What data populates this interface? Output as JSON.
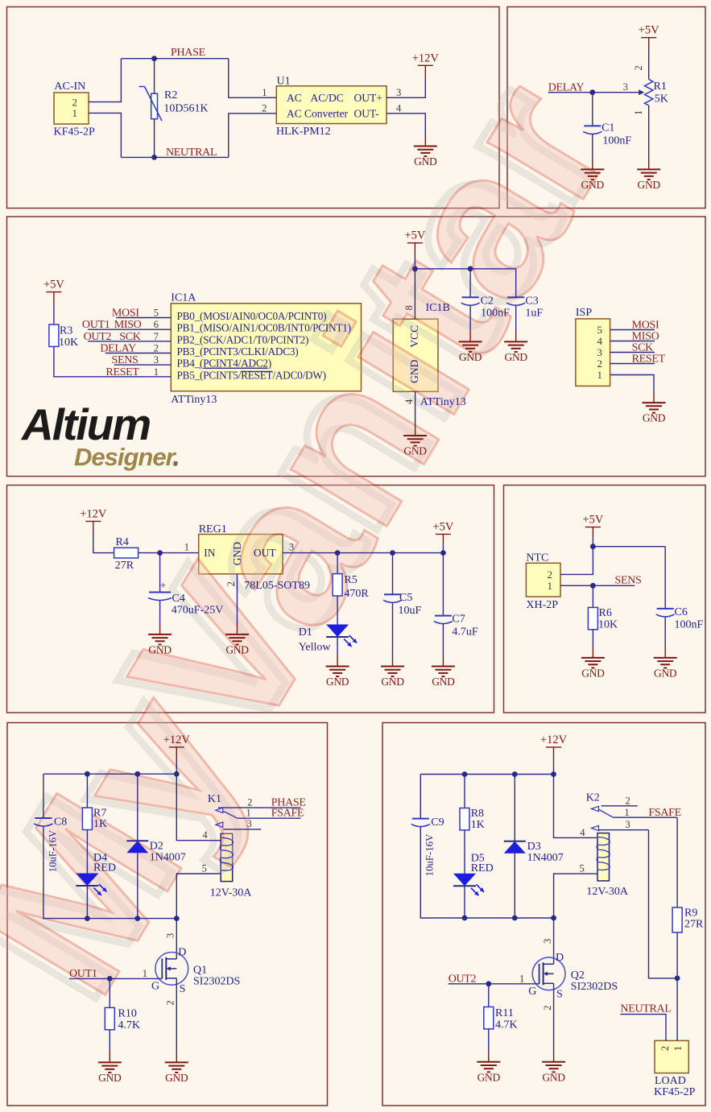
{
  "colors": {
    "background": "#fcf6ec",
    "panel_border": "#7c3534",
    "wire": "#2b2b87",
    "component": "#3138c4",
    "led_fill": "#1d1ddd",
    "navy_text": "#21218c",
    "maroon_text": "#8c1f1f",
    "power": "#7d1710",
    "pin_number": "#3b3b3b",
    "box_fill": "#fffcbc",
    "box_border": "#8a5a20",
    "mosfet_circle": "#5055d0",
    "watermark_fill": "#f6c0b4",
    "watermark_stroke": "#d64531",
    "watermark_shadow": "#a8a8a8",
    "logo_brand": "#1b1b1b",
    "logo_product": "#9d8748"
  },
  "watermark": {
    "text": "MyVanitar"
  },
  "logo": {
    "brand": "Altium",
    "product": "Designer.",
    "registered": "®"
  },
  "common": {
    "gnd": "GND",
    "p5v": "+5V",
    "p12v": "+12V"
  },
  "p1": {
    "labels": {
      "phase": "PHASE",
      "neutral": "NEUTRAL",
      "conn_name": "AC-IN",
      "conn_type": "KF45-2P",
      "conn_pin2": "2",
      "conn_pin1": "1",
      "r2": "R2",
      "r2_val": "10D561K",
      "u1": "U1",
      "u1_type": "HLK-PM12",
      "row1_l": "AC",
      "row1_c": "AC/DC",
      "row1_r": "OUT+",
      "row2_l": "AC",
      "row2_c": "Converter",
      "row2_r": "OUT-",
      "pin1": "1",
      "pin2": "2",
      "pin3": "3",
      "pin4": "4"
    }
  },
  "p2": {
    "labels": {
      "delay": "DELAY",
      "c1": "C1",
      "c1_val": "100nF",
      "r1": "R1",
      "r1_val": "5K",
      "pin1": "1",
      "pin2": "2",
      "pin3": "3"
    }
  },
  "p3": {
    "labels": {
      "r3": "R3",
      "r3_val": "10K",
      "mosi": "MOSI",
      "out1": "OUT1",
      "miso": "MISO",
      "out2": "OUT2",
      "sck": "SCK",
      "delay": "DELAY",
      "sens": "SENS",
      "reset": "RESET",
      "pin5": "5",
      "pin6": "6",
      "pin7": "7",
      "pin2": "2",
      "pin3": "3",
      "pin1": "1",
      "ic1a": "IC1A",
      "ic1a_type": "ATTiny13",
      "pb0": "PB0_(MOSI/AIN0/OC0A/PCINT0)",
      "pb1": "PB1_(MISO/AIN1/OC0B/INT0/PCINT1)",
      "pb2": "PB2_(SCK/ADC1/T0/PCINT2)",
      "pb3": "PB3_(PCINT3/CLKI/ADC3)",
      "pb4a": "PB4_",
      "pb4b": "(PCINT4/ADC2)",
      "pb5a": "PB5_(PCINT5/",
      "pb5b": "RESET",
      "pb5c": "/ADC0/DW)",
      "ic1b": "IC1B",
      "ic1b_type": "ATTiny13",
      "vcc": "VCC",
      "gnd_pin": "GND",
      "pin8": "8",
      "pin4": "4",
      "c2": "C2",
      "c2_val": "100nF",
      "c3": "C3",
      "c3_val": "1uF",
      "isp": "ISP",
      "isp5": "5",
      "isp4": "4",
      "isp3": "3",
      "isp2": "2",
      "isp1": "1",
      "isp_mosi": "MOSI",
      "isp_miso": "MISO",
      "isp_sck": "SCK",
      "isp_reset": "RESET"
    }
  },
  "p4": {
    "labels": {
      "r4": "R4",
      "r4_val": "27R",
      "pin1": "1",
      "pin2": "2",
      "pin3": "3",
      "reg1": "REG1",
      "reg1_type": "78L05-SOT89",
      "in": "IN",
      "gnd_pin": "GND",
      "out": "OUT",
      "c4": "C4",
      "c4_val": "470uF-25V",
      "plus": "+",
      "r5": "R5",
      "r5_val": "470R",
      "d1": "D1",
      "d1_color": "Yellow",
      "c5": "C5",
      "c5_val": "10uF",
      "c7": "C7",
      "c7_val": "4.7uF"
    }
  },
  "p5": {
    "labels": {
      "ntc": "NTC",
      "ntc_type": "XH-2P",
      "pin2": "2",
      "pin1": "1",
      "sens": "SENS",
      "r6": "R6",
      "r6_val": "10K",
      "c6": "C6",
      "c6_val": "100nF"
    }
  },
  "p6": {
    "labels": {
      "c8": "C8",
      "c8_val": "10uF-16V",
      "r7": "R7",
      "r7_val": "1K",
      "d4": "D4",
      "d4_color": "RED",
      "d2": "D2",
      "d2_val": "1N4007",
      "k1": "K1",
      "k1_val": "12V-30A",
      "pin2": "2",
      "pin1": "1",
      "pin3": "3",
      "pin4": "4",
      "pin5": "5",
      "phase": "PHASE",
      "fsafe": "FSAFE",
      "out1": "OUT1",
      "q1": "Q1",
      "q1_type": "SI2302DS",
      "d": "D",
      "g": "G",
      "s": "S",
      "qpin3": "3",
      "qpin1": "1",
      "qpin2": "2",
      "r10": "R10",
      "r10_val": "4.7K"
    }
  },
  "p7": {
    "labels": {
      "c9": "C9",
      "c9_val": "10uF-16V",
      "r8": "R8",
      "r8_val": "1K",
      "d5": "D5",
      "d5_color": "RED",
      "d3": "D3",
      "d3_val": "1N4007",
      "k2": "K2",
      "k2_val": "12V-30A",
      "pin2": "2",
      "pin1": "1",
      "pin3": "3",
      "pin4": "4",
      "pin5": "5",
      "fsafe": "FSAFE",
      "r9": "R9",
      "r9_val": "27R",
      "out2": "OUT2",
      "q2": "Q2",
      "q2_type": "SI2302DS",
      "d": "D",
      "g": "G",
      "s": "S",
      "qpin3": "3",
      "qpin1": "1",
      "qpin2": "2",
      "r11": "R11",
      "r11_val": "4.7K",
      "neutral": "NEUTRAL",
      "load": "LOAD",
      "load_type": "KF45-2P",
      "lpin2": "2",
      "lpin1": "1"
    }
  }
}
